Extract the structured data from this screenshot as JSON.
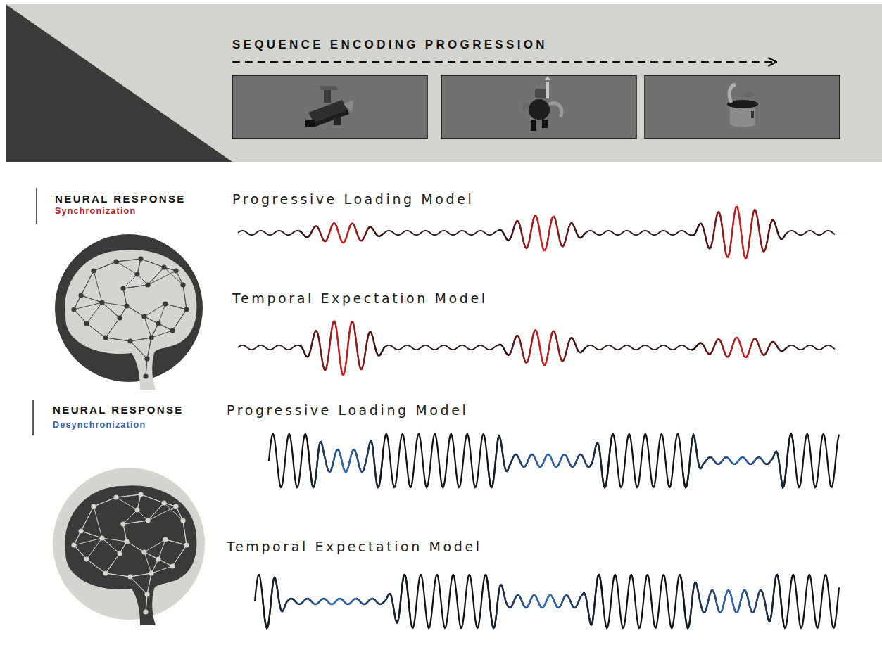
{
  "diagram": {
    "labels": [
      "SEQUENCE ENCODING PROGRESSION",
      "NEURAL RESPONSE",
      "Synchronization",
      "Progressive Loading Model",
      "Temporal Expectation Model",
      "NEURAL RESPONSE",
      "Desynchronization",
      "Progressive Loading Model",
      "Temporal Expectation Model"
    ]
  }
}
